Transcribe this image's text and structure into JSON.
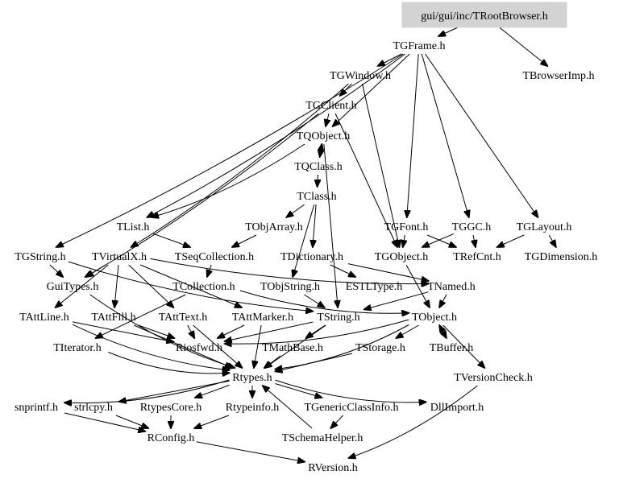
{
  "graph": {
    "title": "gui/gui/inc/TRootBrowser.h include dependency graph",
    "root": "gui/gui/inc/TRootBrowser.h",
    "root_fill": "#d3d3d3",
    "nodes": [
      {
        "id": "TRootBrowser",
        "label": "gui/gui/inc/TRootBrowser.h"
      },
      {
        "id": "TGFrame",
        "label": "TGFrame.h"
      },
      {
        "id": "TBrowserImp",
        "label": "TBrowserImp.h"
      },
      {
        "id": "TGWindow",
        "label": "TGWindow.h"
      },
      {
        "id": "TGClient",
        "label": "TGClient.h"
      },
      {
        "id": "TQObject",
        "label": "TQObject.h"
      },
      {
        "id": "TQClass",
        "label": "TQClass.h"
      },
      {
        "id": "TClass",
        "label": "TClass.h"
      },
      {
        "id": "TList",
        "label": "TList.h"
      },
      {
        "id": "TObjArray",
        "label": "TObjArray.h"
      },
      {
        "id": "TGFont",
        "label": "TGFont.h"
      },
      {
        "id": "TGGC",
        "label": "TGGC.h"
      },
      {
        "id": "TGLayout",
        "label": "TGLayout.h"
      },
      {
        "id": "TGString",
        "label": "TGString.h"
      },
      {
        "id": "TVirtualX",
        "label": "TVirtualX.h"
      },
      {
        "id": "TSeqCollection",
        "label": "TSeqCollection.h"
      },
      {
        "id": "TDictionary",
        "label": "TDictionary.h"
      },
      {
        "id": "TGObject",
        "label": "TGObject.h"
      },
      {
        "id": "TRefCnt",
        "label": "TRefCnt.h"
      },
      {
        "id": "TGDimension",
        "label": "TGDimension.h"
      },
      {
        "id": "GuiTypes",
        "label": "GuiTypes.h"
      },
      {
        "id": "TCollection",
        "label": "TCollection.h"
      },
      {
        "id": "TObjString",
        "label": "TObjString.h"
      },
      {
        "id": "ESTLType",
        "label": "ESTLType.h"
      },
      {
        "id": "TNamed",
        "label": "TNamed.h"
      },
      {
        "id": "TAttLine",
        "label": "TAttLine.h"
      },
      {
        "id": "TAttFill",
        "label": "TAttFill.h"
      },
      {
        "id": "TAttText",
        "label": "TAttText.h"
      },
      {
        "id": "TAttMarker",
        "label": "TAttMarker.h"
      },
      {
        "id": "TString",
        "label": "TString.h"
      },
      {
        "id": "TObject",
        "label": "TObject.h"
      },
      {
        "id": "TIterator",
        "label": "TIterator.h"
      },
      {
        "id": "Riosfwd",
        "label": "Riosfwd.h"
      },
      {
        "id": "TMathBase",
        "label": "TMathBase.h"
      },
      {
        "id": "TStorage",
        "label": "TStorage.h"
      },
      {
        "id": "TBuffer",
        "label": "TBuffer.h"
      },
      {
        "id": "TVersionCheck",
        "label": "TVersionCheck.h"
      },
      {
        "id": "Rtypes",
        "label": "Rtypes.h"
      },
      {
        "id": "snprintf",
        "label": "snprintf.h"
      },
      {
        "id": "strlcpy",
        "label": "strlcpy.h"
      },
      {
        "id": "RtypesCore",
        "label": "RtypesCore.h"
      },
      {
        "id": "Rtypeinfo",
        "label": "Rtypeinfo.h"
      },
      {
        "id": "TGenericClassInfo",
        "label": "TGenericClassInfo.h"
      },
      {
        "id": "DllImport",
        "label": "DllImport.h"
      },
      {
        "id": "TSchemaHelper",
        "label": "TSchemaHelper.h"
      },
      {
        "id": "RConfig",
        "label": "RConfig.h"
      },
      {
        "id": "RVersion",
        "label": "RVersion.h"
      }
    ],
    "edges": [
      [
        "TRootBrowser",
        "TGFrame"
      ],
      [
        "TRootBrowser",
        "TBrowserImp"
      ],
      [
        "TGFrame",
        "TGWindow"
      ],
      [
        "TGFrame",
        "TQObject"
      ],
      [
        "TGFrame",
        "TGFont"
      ],
      [
        "TGFrame",
        "TGGC"
      ],
      [
        "TGFrame",
        "TGLayout"
      ],
      [
        "TGFrame",
        "TGString"
      ],
      [
        "TGFrame",
        "TList"
      ],
      [
        "TGWindow",
        "TGClient"
      ],
      [
        "TGWindow",
        "TGObject"
      ],
      [
        "TGWindow",
        "TVirtualX"
      ],
      [
        "TGClient",
        "TQObject"
      ],
      [
        "TGClient",
        "TGObject"
      ],
      [
        "TGClient",
        "GuiTypes"
      ],
      [
        "TQObject",
        "TQClass"
      ],
      [
        "TQObject",
        "TList"
      ],
      [
        "TQObject",
        "TString"
      ],
      [
        "TQClass",
        "TQObject"
      ],
      [
        "TQClass",
        "TClass"
      ],
      [
        "TClass",
        "TObjArray"
      ],
      [
        "TClass",
        "TDictionary"
      ],
      [
        "TClass",
        "TObjString"
      ],
      [
        "TList",
        "TSeqCollection"
      ],
      [
        "TObjArray",
        "TSeqCollection"
      ],
      [
        "TSeqCollection",
        "TCollection"
      ],
      [
        "TDictionary",
        "TNamed"
      ],
      [
        "TDictionary",
        "ESTLType"
      ],
      [
        "TGFont",
        "TGObject"
      ],
      [
        "TGFont",
        "TRefCnt"
      ],
      [
        "TGGC",
        "TGObject"
      ],
      [
        "TGGC",
        "TRefCnt"
      ],
      [
        "TGLayout",
        "TGDimension"
      ],
      [
        "TGLayout",
        "TRefCnt"
      ],
      [
        "TGObject",
        "TObject"
      ],
      [
        "TGString",
        "GuiTypes"
      ],
      [
        "TGString",
        "TString"
      ],
      [
        "TVirtualX",
        "GuiTypes"
      ],
      [
        "TVirtualX",
        "TNamed"
      ],
      [
        "TVirtualX",
        "TAttLine"
      ],
      [
        "TVirtualX",
        "TAttFill"
      ],
      [
        "TVirtualX",
        "TAttText"
      ],
      [
        "TVirtualX",
        "TAttMarker"
      ],
      [
        "GuiTypes",
        "Rtypes"
      ],
      [
        "TCollection",
        "TObject"
      ],
      [
        "TCollection",
        "TIterator"
      ],
      [
        "TObjString",
        "TString"
      ],
      [
        "TNamed",
        "TObject"
      ],
      [
        "TNamed",
        "TString"
      ],
      [
        "TAttLine",
        "Riosfwd"
      ],
      [
        "TAttLine",
        "Rtypes"
      ],
      [
        "TAttFill",
        "Riosfwd"
      ],
      [
        "TAttFill",
        "Rtypes"
      ],
      [
        "TAttText",
        "Riosfwd"
      ],
      [
        "TAttText",
        "Rtypes"
      ],
      [
        "TAttMarker",
        "Riosfwd"
      ],
      [
        "TAttMarker",
        "Rtypes"
      ],
      [
        "TString",
        "Riosfwd"
      ],
      [
        "TString",
        "TMathBase"
      ],
      [
        "TString",
        "Rtypes"
      ],
      [
        "TObject",
        "TBuffer"
      ],
      [
        "TObject",
        "TStorage"
      ],
      [
        "TObject",
        "TVersionCheck"
      ],
      [
        "TObject",
        "Riosfwd"
      ],
      [
        "TObject",
        "Rtypes"
      ],
      [
        "TBuffer",
        "TObject"
      ],
      [
        "TIterator",
        "Rtypes"
      ],
      [
        "TMathBase",
        "Rtypes"
      ],
      [
        "TStorage",
        "Rtypes"
      ],
      [
        "TVersionCheck",
        "RVersion"
      ],
      [
        "Rtypes",
        "snprintf"
      ],
      [
        "Rtypes",
        "strlcpy"
      ],
      [
        "Rtypes",
        "RtypesCore"
      ],
      [
        "Rtypes",
        "Rtypeinfo"
      ],
      [
        "Rtypes",
        "TGenericClassInfo"
      ],
      [
        "Rtypes",
        "DllImport"
      ],
      [
        "RtypesCore",
        "RConfig"
      ],
      [
        "Rtypeinfo",
        "RConfig"
      ],
      [
        "strlcpy",
        "RConfig"
      ],
      [
        "snprintf",
        "RConfig"
      ],
      [
        "TSchemaHelper",
        "Rtypes"
      ],
      [
        "TGenericClassInfo",
        "TSchemaHelper"
      ],
      [
        "RConfig",
        "RVersion"
      ]
    ]
  }
}
